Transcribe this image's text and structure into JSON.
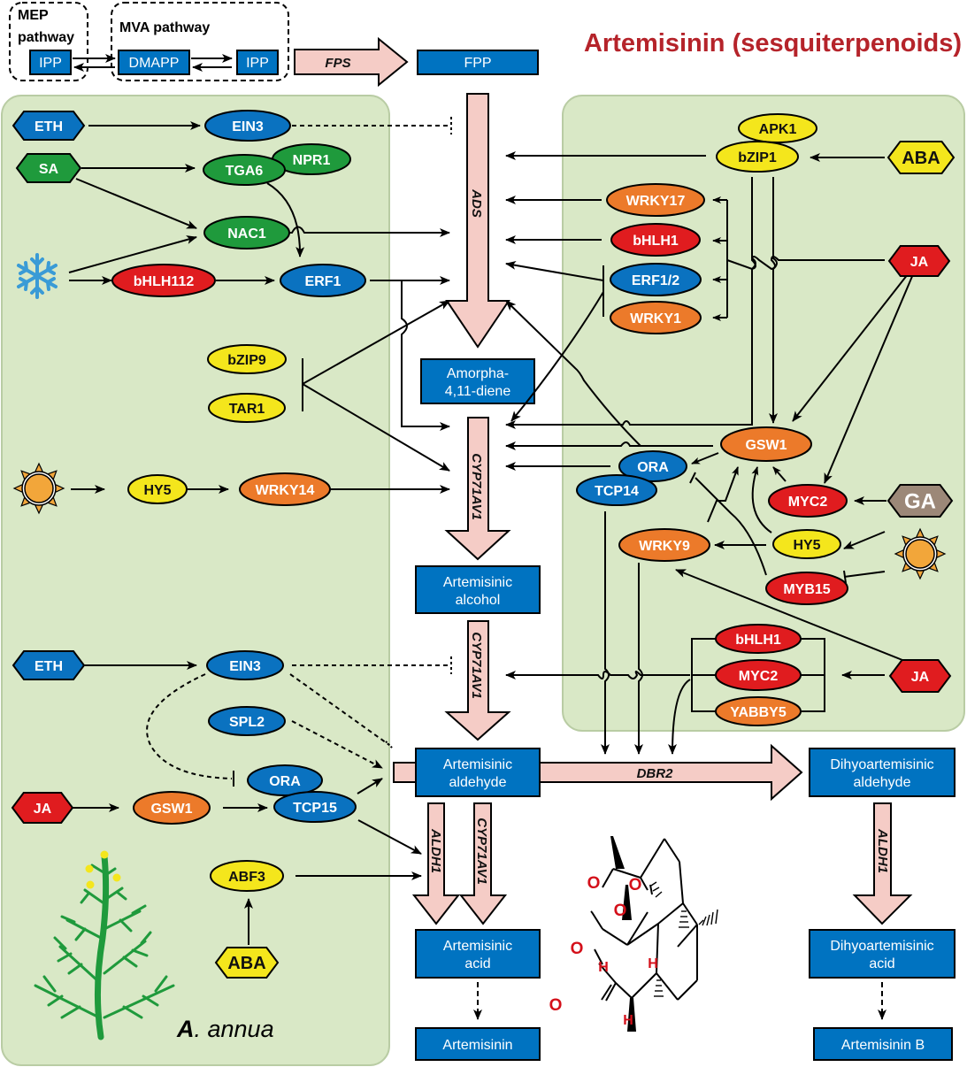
{
  "title": "Artemisinin (sesquiterpenoids)",
  "colors": {
    "title": "#b5232a",
    "panel": "#d9e8c6",
    "panel_border": "#b9cca4",
    "metabolite": "#0073c1",
    "enzyme_arrow": "#f5ccc6",
    "blue": "#0a72c0",
    "green": "#1f9a3c",
    "red": "#e01c1f",
    "orange": "#ec7a2a",
    "yellow": "#f4e61c",
    "gray": "#9c8878",
    "sun": "#f2a63a",
    "snow": "#3a9bd6",
    "atom_red": "#d4101a"
  },
  "precursors": {
    "mep_label": [
      "MEP",
      "pathway"
    ],
    "mva_label": "MVA pathway",
    "ipp_mep": "IPP",
    "dmapp": "DMAPP",
    "ipp_mva": "IPP",
    "fps": "FPS",
    "fpp": "FPP"
  },
  "metabolites": {
    "amorphadiene": [
      "Amorpha-",
      "4,11-diene"
    ],
    "artemisinic_alcohol": [
      "Artemisinic",
      "alcohol"
    ],
    "artemisinic_aldehyde": [
      "Artemisinic",
      "aldehyde"
    ],
    "dihydro_aldehyde": [
      "Dihyoartemisinic",
      "aldehyde"
    ],
    "artemisinic_acid": [
      "Artemisinic",
      "acid"
    ],
    "dihydro_acid": [
      "Dihyoartemisinic",
      "acid"
    ],
    "artemisinin": "Artemisinin",
    "artemisinin_b": "Artemisinin B"
  },
  "enzymes": {
    "ads": "ADS",
    "cyp_1": "CYP71AV1",
    "cyp_2": "CYP71AV1",
    "dbr2": "DBR2",
    "aldh1_a": "ALDH1",
    "cyp_3": "CYP71AV1",
    "aldh1_b": "ALDH1"
  },
  "left_panel": {
    "species_label": [
      "A",
      ". annua"
    ],
    "nodes": {
      "eth1": "ETH",
      "ein3_1": "EIN3",
      "sa": "SA",
      "tga6": "TGA6",
      "npr1": "NPR1",
      "nac1": "NAC1",
      "bhlh112": "bHLH112",
      "erf1": "ERF1",
      "bzip9": "bZIP9",
      "tar1": "TAR1",
      "hy5": "HY5",
      "wrky14": "WRKY14",
      "eth2": "ETH",
      "ein3_2": "EIN3",
      "spl2": "SPL2",
      "ora": "ORA",
      "tcp15": "TCP15",
      "ja": "JA",
      "gsw1": "GSW1",
      "abf3": "ABF3",
      "aba": "ABA"
    }
  },
  "right_panel": {
    "nodes": {
      "apk1": "APK1",
      "bzip1": "bZIP1",
      "aba": "ABA",
      "wrky17": "WRKY17",
      "bhlh1": "bHLH1",
      "erf12": "ERF1/2",
      "wrky1": "WRKY1",
      "ja1": "JA",
      "gsw1": "GSW1",
      "ora": "ORA",
      "tcp14": "TCP14",
      "myc2": "MYC2",
      "ga": "GA",
      "wrky9": "WRKY9",
      "hy5": "HY5",
      "myb15": "MYB15",
      "bhlh1_b": "bHLH1",
      "myc2_b": "MYC2",
      "yabby5": "YABBY5",
      "ja2": "JA"
    }
  },
  "structure": {
    "atoms": [
      "O",
      "O",
      "O",
      "O",
      "O",
      "H",
      "H",
      "H"
    ]
  }
}
